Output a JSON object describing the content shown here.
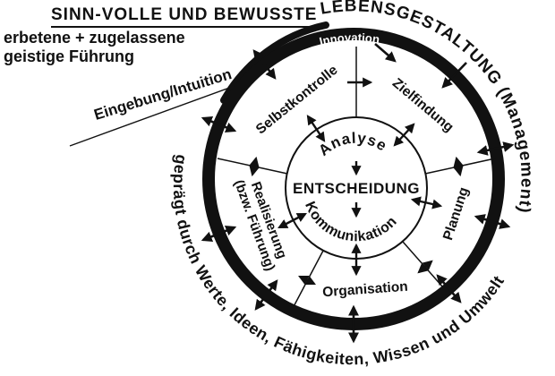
{
  "header": {
    "title_straight": "SINN-VOLLE UND BEWUSSTE",
    "title_arc": "LEBENSGESTALTUNG (Management)",
    "note_line1": "erbetene + zugelassene",
    "note_line2": "geistige Führung",
    "intuition_label": "Eingebung/Intuition"
  },
  "ring": {
    "innovation_label": "Innovation",
    "bottom_arc_label": "geprägt durch Werte, Ideen, Fähigkeiten, Wissen und Umwelt"
  },
  "segments": [
    {
      "label": "Selbstkontrolle"
    },
    {
      "label": "Zielfindung"
    },
    {
      "label": "Planung"
    },
    {
      "label": "Organisation"
    },
    {
      "label": "Realisierung",
      "sublabel": "(bzw. Führung)"
    }
  ],
  "core": {
    "top": "Analyse",
    "center": "ENTSCHEIDUNG",
    "bottom": "Kommunikation"
  },
  "colors": {
    "ink": "#111111",
    "paper": "#ffffff"
  }
}
